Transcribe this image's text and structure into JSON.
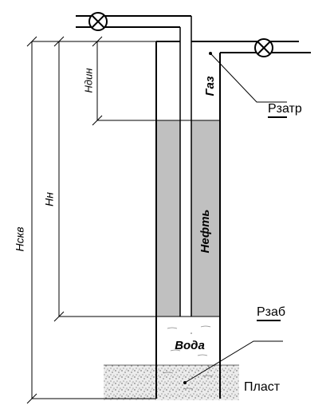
{
  "labels": {
    "gas": "Газ",
    "oil": "Нефть",
    "water": "Вода",
    "p_annulus": "Рзатр",
    "p_bottom": "Рзаб",
    "formation": "Пласт",
    "h_dynamic": "Ндин",
    "h_oil": "Нн",
    "h_well": "Нскв"
  },
  "colors": {
    "oil_fill": "#c0c0c0",
    "line": "#000000",
    "background": "#ffffff"
  },
  "icons": {
    "valve_tubing": "valve-icon",
    "valve_annulus": "valve-icon"
  }
}
